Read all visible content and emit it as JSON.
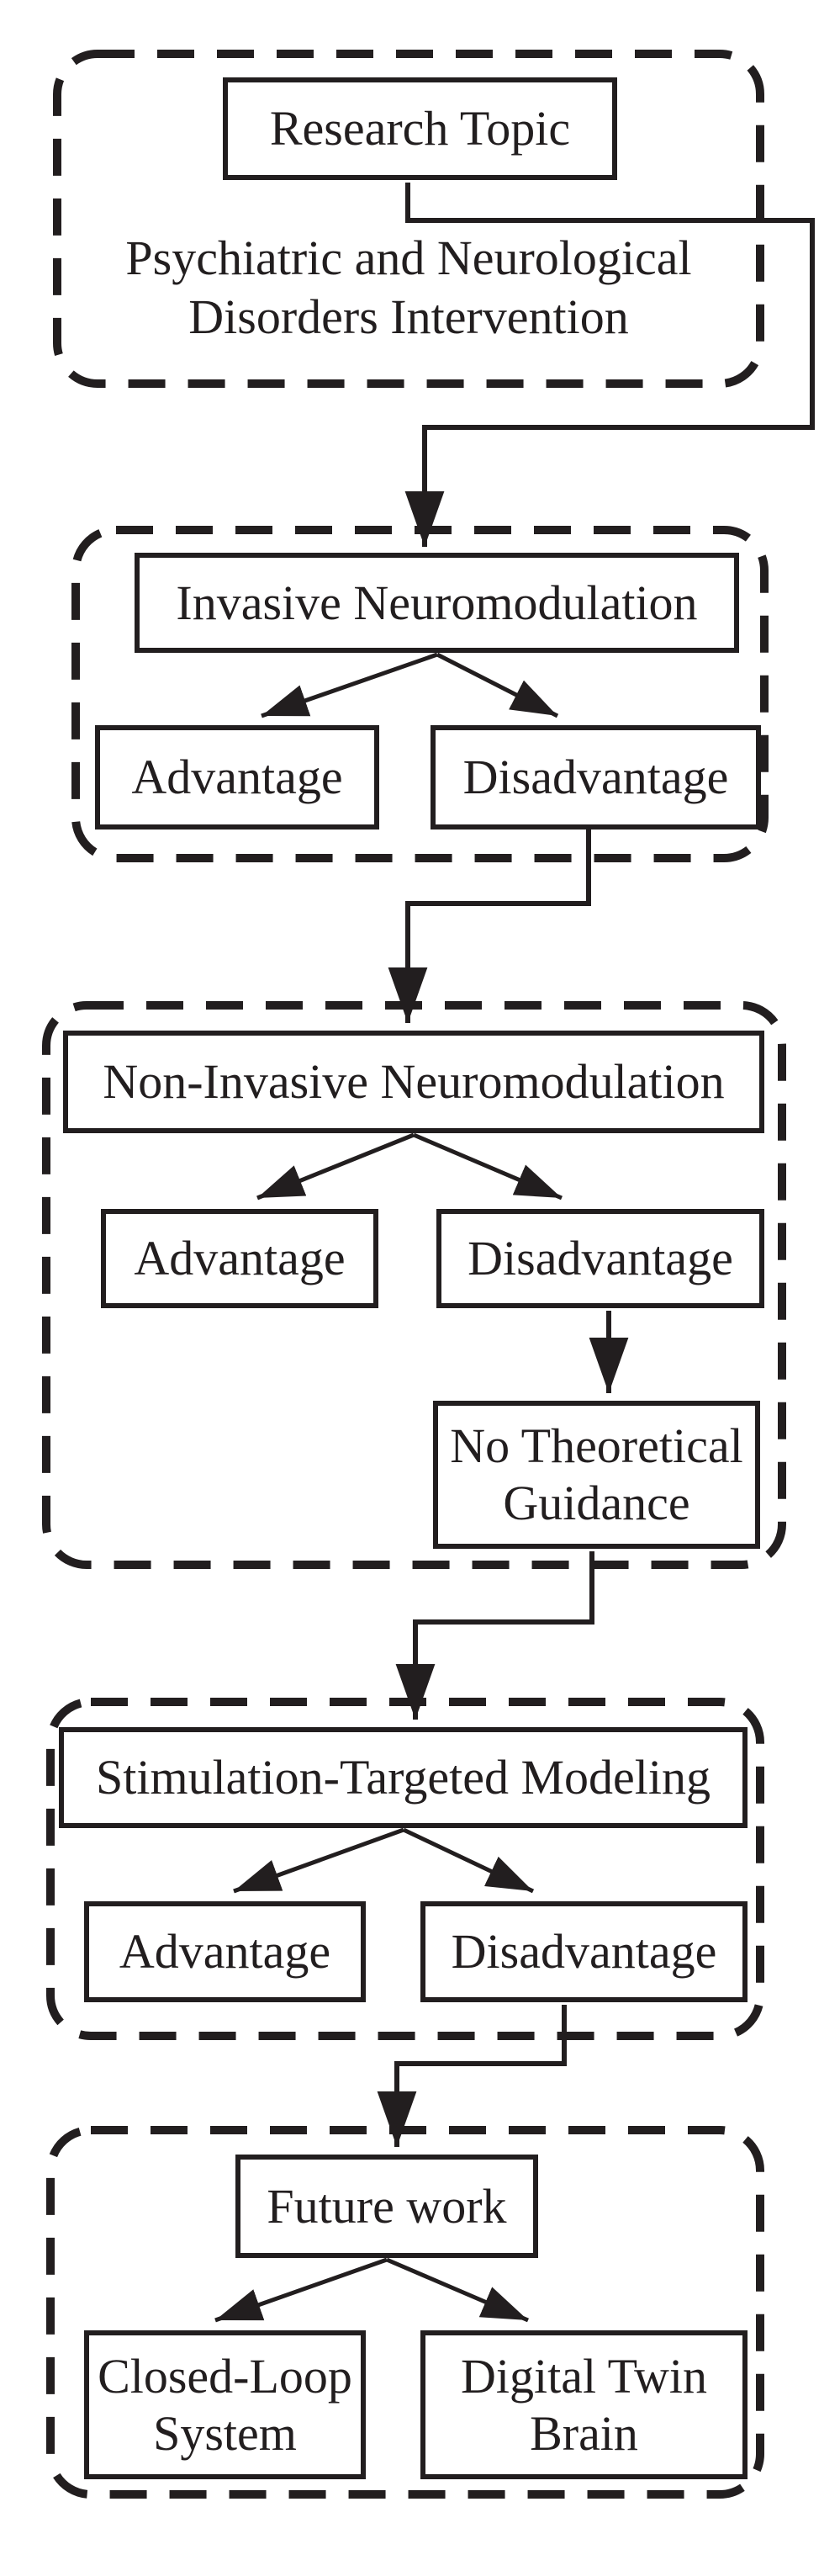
{
  "figure": {
    "type": "flowchart",
    "background": "#ffffff",
    "ink": "#221e1f",
    "sections": {
      "research": {
        "box": "Research Topic",
        "caption_line1": "Psychiatric and Neurological",
        "caption_line2": "Disorders Intervention"
      },
      "invasive": {
        "title": "Invasive Neuromodulation",
        "advantage": "Advantage",
        "disadvantage": "Disadvantage"
      },
      "noninvasive": {
        "title": "Non-Invasive Neuromodulation",
        "advantage": "Advantage",
        "disadvantage": "Disadvantage",
        "note_line1": "No Theoretical",
        "note_line2": "Guidance"
      },
      "modeling": {
        "title": "Stimulation-Targeted Modeling",
        "advantage": "Advantage",
        "disadvantage": "Disadvantage"
      },
      "future": {
        "title": "Future work",
        "closed_loop_line1": "Closed-Loop",
        "closed_loop_line2": "System",
        "digital_twin_line1": "Digital Twin",
        "digital_twin_line2": "Brain"
      }
    }
  }
}
